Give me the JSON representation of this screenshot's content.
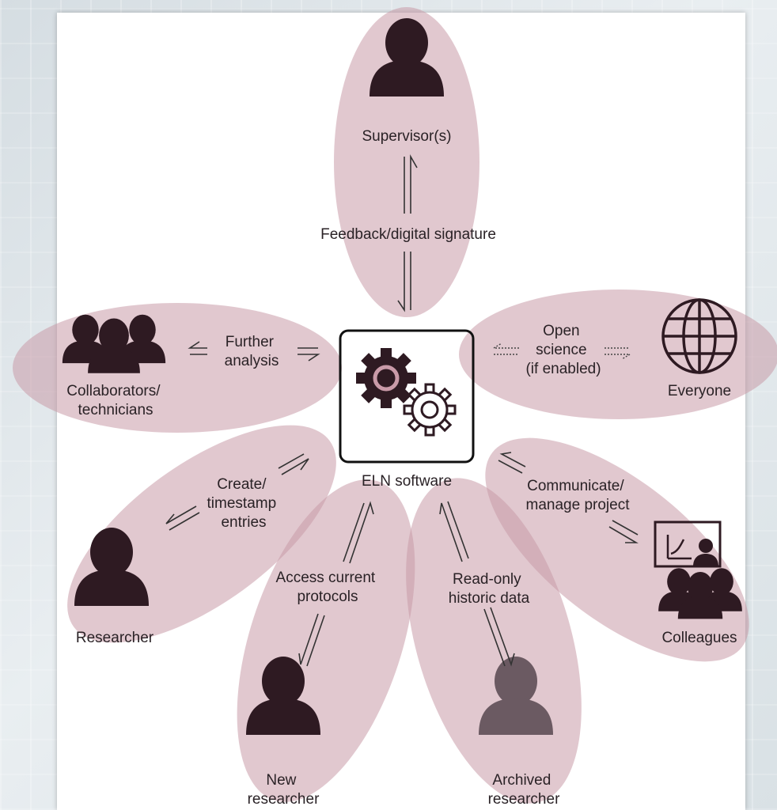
{
  "center": {
    "label": "ELN software"
  },
  "nodes": {
    "supervisor": {
      "label": [
        "Supervisor(s)"
      ],
      "edge": [
        "Feedback/digital signature"
      ]
    },
    "collaborators": {
      "label": [
        "Collaborators/",
        "technicians"
      ],
      "edge": [
        "Further",
        "analysis"
      ]
    },
    "everyone": {
      "label": [
        "Everyone"
      ],
      "edge": [
        "Open",
        "science",
        "(if enabled)"
      ]
    },
    "researcher": {
      "label": [
        "Researcher"
      ],
      "edge": [
        "Create/",
        "timestamp",
        "entries"
      ]
    },
    "colleagues": {
      "label": [
        "Colleagues"
      ],
      "edge": [
        "Communicate/",
        "manage project"
      ]
    },
    "new_researcher": {
      "label": [
        "New",
        "researcher"
      ],
      "edge": [
        "Access current",
        "protocols"
      ]
    },
    "archived_researcher": {
      "label": [
        "Archived",
        "researcher"
      ],
      "edge": [
        "Read-only",
        "historic data"
      ]
    }
  },
  "colors": {
    "petal": "#c99aa8",
    "petal_opacity": 0.55,
    "icon": "#2e1a22",
    "icon_faded": "#6b5a62",
    "text": "#2a2226"
  },
  "icons": {
    "center": "gears-icon",
    "supervisor": "person-icon",
    "collaborators": "group-icon",
    "everyone": "globe-icon",
    "researcher": "person-icon",
    "colleagues": "presentation-group-icon",
    "new_researcher": "person-icon",
    "archived_researcher": "person-faded-icon"
  }
}
